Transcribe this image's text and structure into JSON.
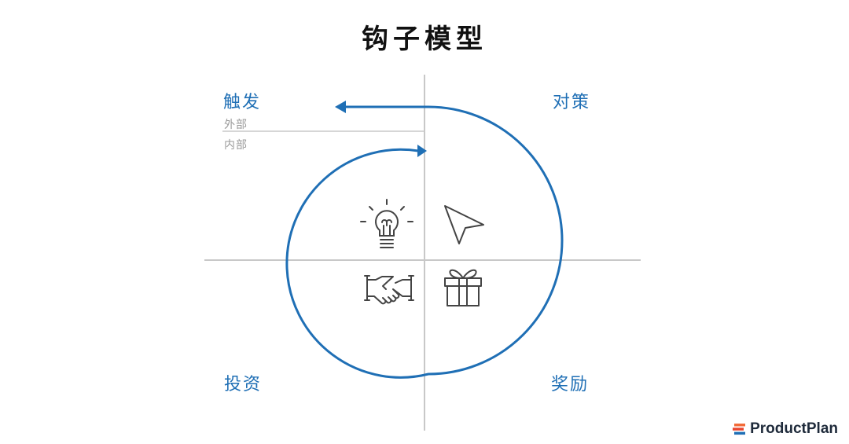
{
  "title": "钩子模型",
  "quadrants": {
    "trigger": {
      "label": "触发",
      "sub_items": [
        "外部",
        "内部"
      ]
    },
    "action": {
      "label": "对策"
    },
    "investment": {
      "label": "投资"
    },
    "reward": {
      "label": "奖励"
    }
  },
  "icons": {
    "trigger": "lightbulb-icon",
    "action": "cursor-arrow-icon",
    "investment": "handshake-icon",
    "reward": "gift-icon"
  },
  "colors": {
    "accent": "#1f6fb5",
    "axis": "#c8c8c8",
    "icon_stroke": "#444444",
    "sub_text": "#9a9a9a"
  },
  "brand": {
    "name": "ProductPlan",
    "colors": [
      "#f26b38",
      "#1f6fb5"
    ]
  }
}
